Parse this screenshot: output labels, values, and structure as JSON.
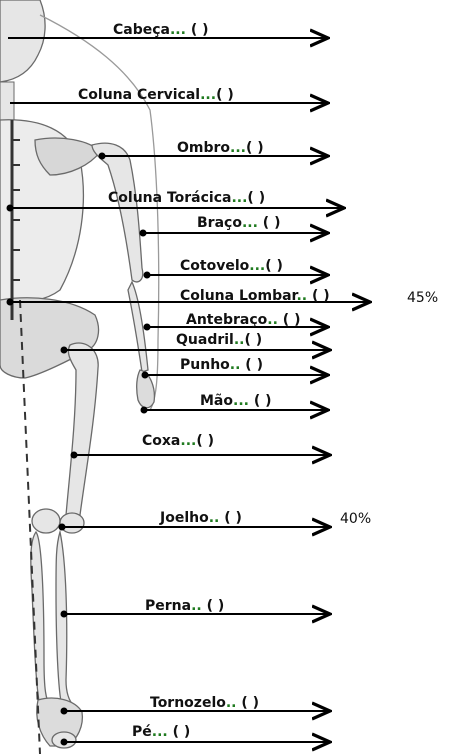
{
  "labels": [
    {
      "id": "cabeca",
      "text": "Cabeça",
      "suffix": "( )"
    },
    {
      "id": "coluna-cervical",
      "text": "Coluna Cervical",
      "suffix": "( )"
    },
    {
      "id": "ombro",
      "text": "Ombro",
      "suffix": "( )"
    },
    {
      "id": "coluna-toracica",
      "text": "Coluna Torácica",
      "suffix": "( )"
    },
    {
      "id": "braco",
      "text": "Braço",
      "suffix": "( )"
    },
    {
      "id": "cotovelo",
      "text": "Cotovelo",
      "suffix": "( )"
    },
    {
      "id": "coluna-lombar",
      "text": "Coluna Lombar",
      "suffix": "( )"
    },
    {
      "id": "antebraco",
      "text": "Antebraço",
      "suffix": "( )"
    },
    {
      "id": "quadril",
      "text": "Quadril",
      "suffix": "( )"
    },
    {
      "id": "punho",
      "text": "Punho",
      "suffix": "( )"
    },
    {
      "id": "mao",
      "text": "Mão",
      "suffix": "( )"
    },
    {
      "id": "coxa",
      "text": "Coxa",
      "suffix": "( )"
    },
    {
      "id": "joelho",
      "text": "Joelho",
      "suffix": "( )"
    },
    {
      "id": "perna",
      "text": "Perna",
      "suffix": "( )"
    },
    {
      "id": "tornozelo",
      "text": "Tornozelo",
      "suffix": "( )"
    },
    {
      "id": "pe",
      "text": "Pé",
      "suffix": "( )"
    }
  ],
  "percentages": {
    "coluna_lombar": "45%",
    "joelho": "40%"
  },
  "colors": {
    "line": "#000000",
    "bone_fill": "#e6e6e6",
    "bone_stroke": "#6a6a6a",
    "dots": "#1f7a1f"
  }
}
